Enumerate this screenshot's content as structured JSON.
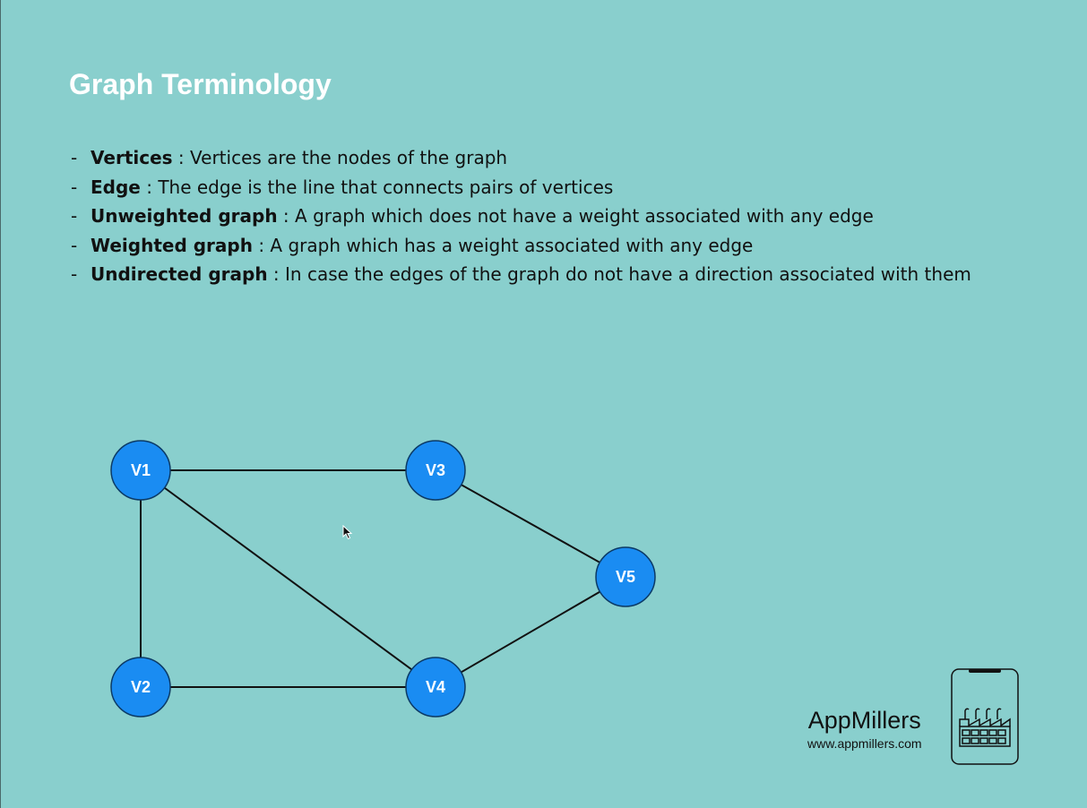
{
  "slide": {
    "title": "Graph Terminology",
    "background_color": "#89cfcd"
  },
  "terms": [
    {
      "dash": "-",
      "term": "Vertices",
      "definition": " : Vertices are the nodes of the graph"
    },
    {
      "dash": "-",
      "term": "Edge",
      "definition": " : The edge is the line that connects pairs of vertices"
    },
    {
      "dash": "-",
      "term": "Unweighted graph",
      "definition": " : A graph which does not have a weight associated with any edge"
    },
    {
      "dash": "-",
      "term": "Weighted graph",
      "definition": " : A graph which has a weight associated with any edge"
    },
    {
      "dash": "-",
      "term": "Undirected graph",
      "definition": " : In case the edges of the graph do not have a direction associated with them"
    }
  ],
  "graph": {
    "vertex_color": "#1a8cf2",
    "vertices": [
      "V1",
      "V2",
      "V3",
      "V4",
      "V5"
    ],
    "edges": [
      [
        "V1",
        "V3"
      ],
      [
        "V1",
        "V2"
      ],
      [
        "V1",
        "V4"
      ],
      [
        "V2",
        "V4"
      ],
      [
        "V3",
        "V5"
      ],
      [
        "V4",
        "V5"
      ]
    ]
  },
  "branding": {
    "name": "AppMillers",
    "url": "www.appmillers.com",
    "logo_icon": "factory-in-phone-icon"
  }
}
